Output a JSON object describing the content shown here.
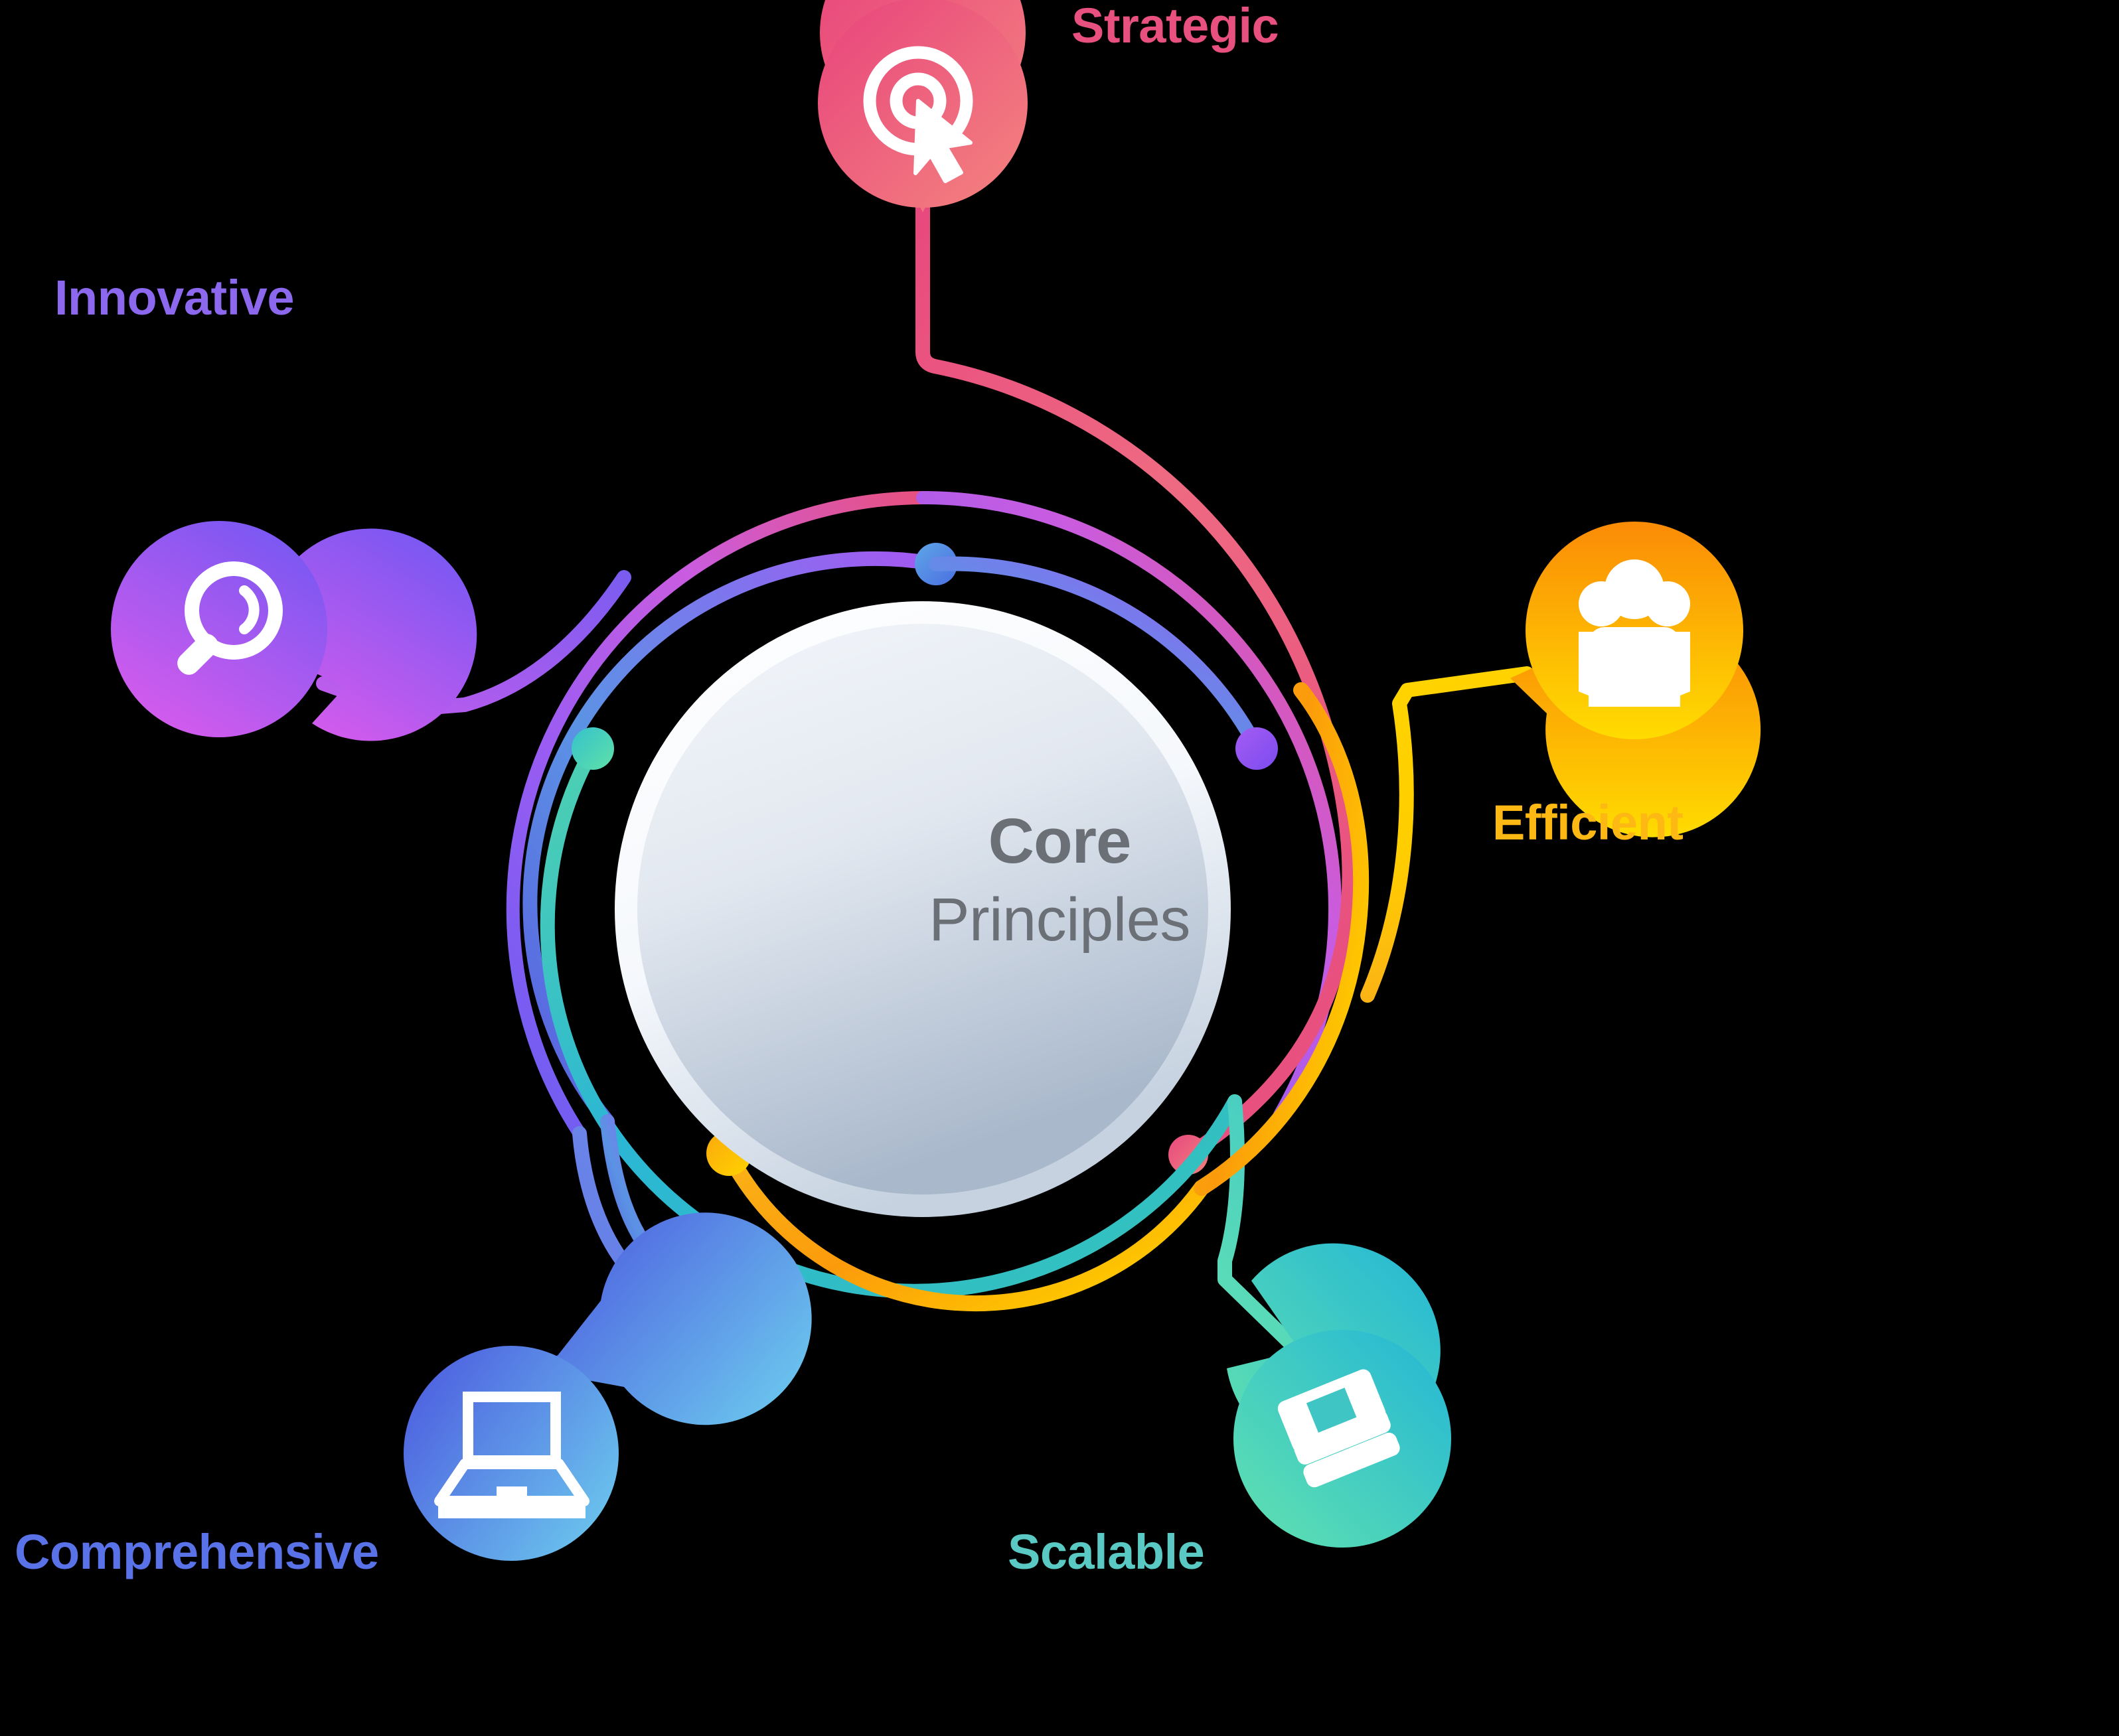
{
  "diagram": {
    "kind": "radial-hub-and-spoke",
    "background_color": "#000000",
    "center": {
      "title": "Core",
      "subtitle": "Principles",
      "text_color": "#6b6f76",
      "fill_top_color": "#f3f6fa",
      "fill_bottom_color": "#aab8cc",
      "ring_color": "#fbfcfe"
    },
    "nodes": [
      {
        "id": "strategic",
        "label": "Strategic",
        "label_color": "#e8517f",
        "icon": "target-cursor-icon",
        "pin_gradient_from": "#ef4d7e",
        "pin_gradient_to": "#f2737f",
        "connector_color": "#e8517f",
        "orbit_dot_color": "#ea5478"
      },
      {
        "id": "innovative",
        "label": "Innovative",
        "label_color": "#8b68ee",
        "icon": "magnifier-icon",
        "pin_gradient_from": "#8b5cf6",
        "pin_gradient_to": "#d457ec",
        "connector_color": "#8b5cf6",
        "orbit_dot_color": "#9a5df0"
      },
      {
        "id": "efficient",
        "label": "Efficient",
        "label_color": "#fdb813",
        "icon": "users-group-icon",
        "pin_gradient_from": "#fb9208",
        "pin_gradient_to": "#ffd900",
        "connector_color": "#ffd400",
        "orbit_dot_color": "#fbb217"
      },
      {
        "id": "comprehensive",
        "label": "Comprehensive",
        "label_color": "#5a72e8",
        "icon": "laptop-icon",
        "pin_gradient_from": "#5566e0",
        "pin_gradient_to": "#63c4ec",
        "connector_color": "#6079e4",
        "orbit_dot_color": "#4a8fe0"
      },
      {
        "id": "scalable",
        "label": "Scalable",
        "label_color": "#5ac9c4",
        "icon": "books-stack-icon",
        "pin_gradient_from": "#5fe0b0",
        "pin_gradient_to": "#2bbcd4",
        "connector_color": "#57cfc2",
        "orbit_dot_color": "#4fd1b0"
      }
    ],
    "orbits": [
      {
        "id": "outer-ring",
        "from_color": "#7b5cf0",
        "to_color": "#e8517f"
      },
      {
        "id": "inner-ring",
        "from_color": "#4a8fe0",
        "to_color": "#9a5df0"
      },
      {
        "id": "inner-left-ring",
        "from_color": "#4fd1b0",
        "to_color": "#2bb8cf"
      },
      {
        "id": "outer-bottom-ring",
        "from_color": "#fbb217",
        "to_color": "#ffd400"
      }
    ]
  }
}
